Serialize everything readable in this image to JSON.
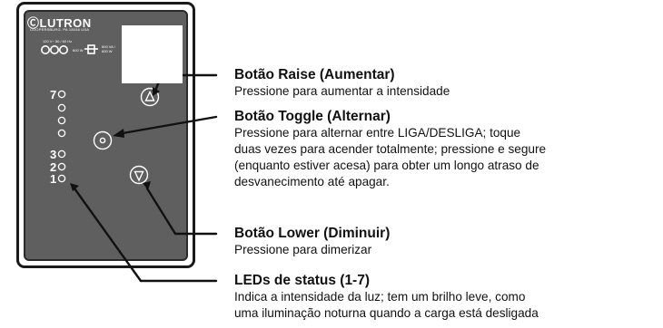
{
  "device": {
    "brand": "LUTRON",
    "address": "COOPERSBURG, PA 18036 USA",
    "rating": "120 V~ 50 / 60 Hz",
    "watts": "600 W",
    "va_rating": [
      "600 VA /",
      "600 W"
    ],
    "led_top_label": "7",
    "led_labels_bottom": [
      "3",
      "2",
      "1"
    ]
  },
  "callouts": {
    "raise": {
      "title": "Botão Raise (Aumentar)",
      "desc": [
        "Pressione para aumentar a intensidade"
      ]
    },
    "toggle": {
      "title": "Botão Toggle (Alternar)",
      "desc": [
        "Pressione para alternar entre LIGA/DESLIGA; toque",
        "duas vezes para acender totalmente; pressione e segure",
        "(enquanto estiver acesa) para obter um longo atraso de",
        "desvanecimento até apagar."
      ]
    },
    "lower": {
      "title": "Botão Lower (Diminuir)",
      "desc": [
        "Pressione para dimerizar"
      ]
    },
    "leds": {
      "title": "LEDs de status (1-7)",
      "desc": [
        "Indica a intensidade da luz; tem um brilho leve, como",
        "uma iluminação noturna quando a carga está desligada"
      ]
    }
  }
}
